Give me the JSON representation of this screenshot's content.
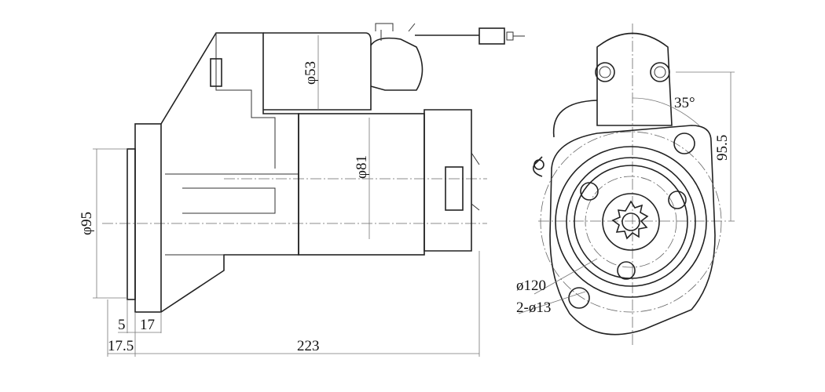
{
  "title": "Starter motor dimension drawing",
  "side_view": {
    "dims": {
      "solenoid_diameter": "φ53",
      "motor_diameter": "φ81",
      "pilot_diameter": "φ95",
      "pilot_offset": "5",
      "flange_thickness": "17",
      "flange_to_pilot": "17.5",
      "overall_length": "223"
    }
  },
  "front_view": {
    "dims": {
      "angle": "35°",
      "height": "95.5",
      "bolt_circle": "ø120",
      "holes": "2-ø13"
    }
  }
}
